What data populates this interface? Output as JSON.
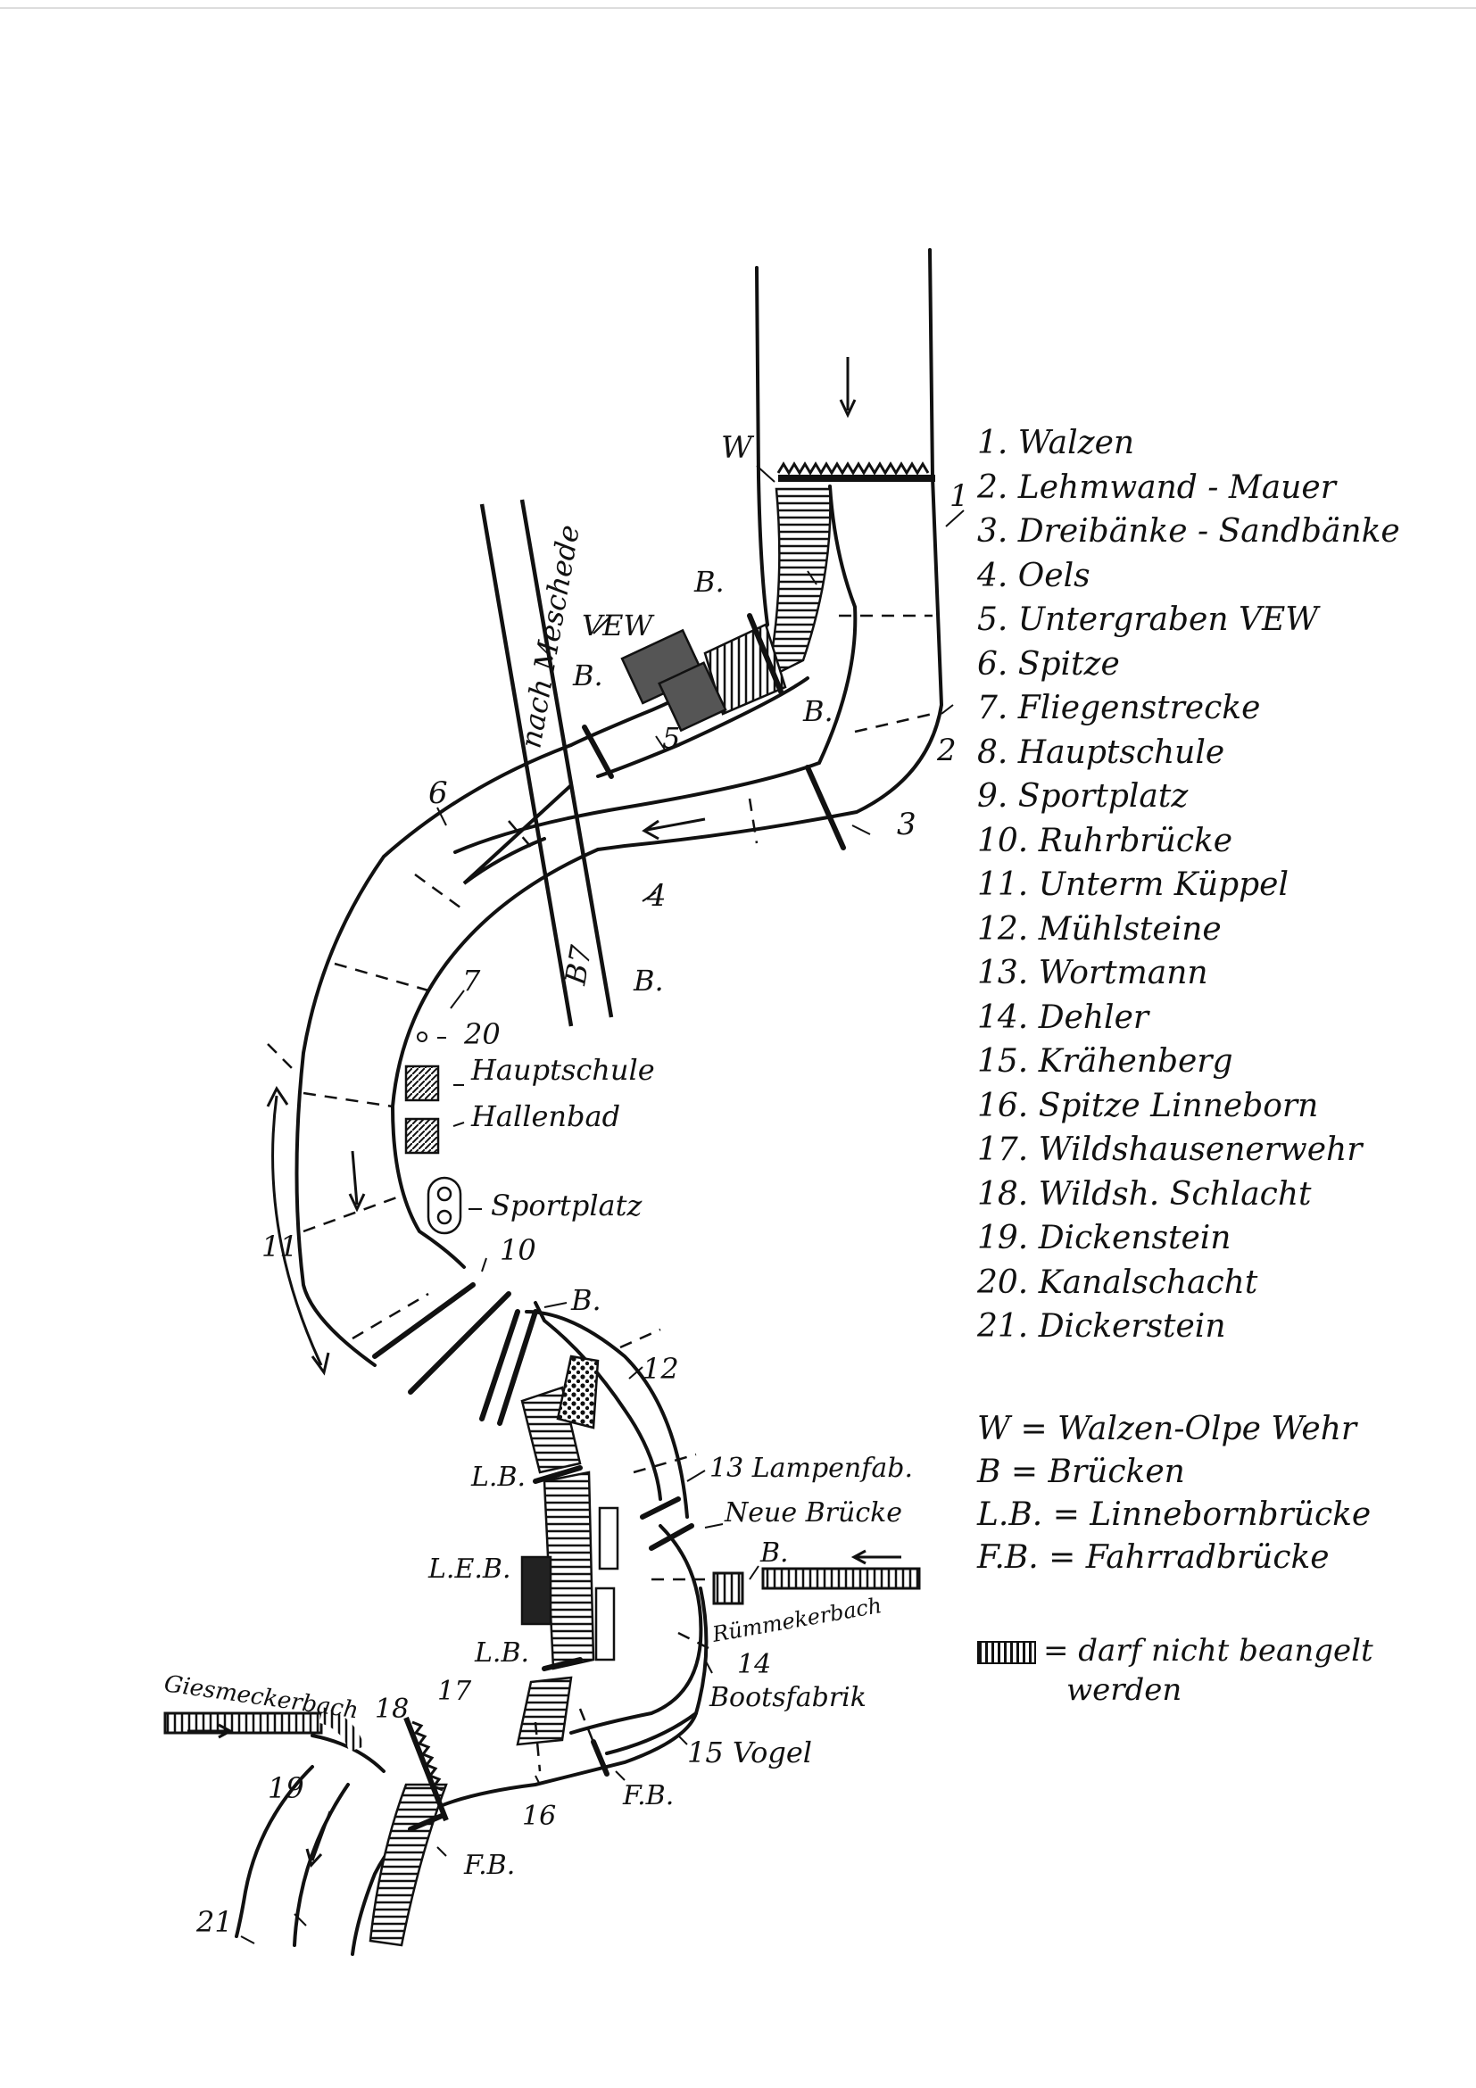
{
  "legend": {
    "items": [
      "1. Walzen",
      "2. Lehmwand - Mauer",
      "3. Dreibänke - Sandbänke",
      "4. Oels",
      "5. Untergraben VEW",
      "6. Spitze",
      "7. Fliegenstrecke",
      "8. Hauptschule",
      "9. Sportplatz",
      "10. Ruhrbrücke",
      "11. Unterm Küppel",
      "12. Mühlsteine",
      "13. Wortmann",
      "14. Dehler",
      "15. Krähenberg",
      "16. Spitze Linneborn",
      "17. Wildshausenerwehr",
      "18. Wildsh. Schlacht",
      "19. Dickenstein",
      "20. Kanalschacht",
      "21. Dickerstein"
    ]
  },
  "abbreviations": [
    "W = Walzen-Olpe Wehr",
    "B = Brücken",
    "L.B. = Linnebornbrücke",
    "F.B. = Fahrradbrücke"
  ],
  "no_fishing": {
    "text_line1": "= darf nicht beangelt",
    "text_line2": "werden"
  },
  "map_labels": {
    "W": "W",
    "B": "B.",
    "VEW": "VEW",
    "road": "nach Meschede",
    "B7": "B7",
    "n1": "1",
    "n2": "2",
    "n3": "3",
    "n4": "4",
    "n5": "5",
    "n6": "6",
    "n7": "7",
    "n10": "10",
    "n11": "11",
    "n12": "12",
    "n16": "16",
    "n17": "17",
    "n18": "18",
    "n19": "19",
    "n20": "20",
    "n21": "21",
    "hauptschule": "Hauptschule",
    "hallenbad": "Hallenbad",
    "sportplatz": "Sportplatz",
    "lampenfab": "13 Lampenfab.",
    "neue_bruecke": "Neue Brücke",
    "LB": "L.B.",
    "LEB": "L.E.B.",
    "ruemmekerbach": "Rümmekerbach",
    "n14": "14",
    "bootsfabrik": "Bootsfabrik",
    "vogel": "15 Vogel",
    "FB": "F.B.",
    "giesmeckerbach": "Giesmeckerbach"
  },
  "colors": {
    "ink": "#111111",
    "paper": "#ffffff",
    "hatch_fill": "#555555"
  }
}
